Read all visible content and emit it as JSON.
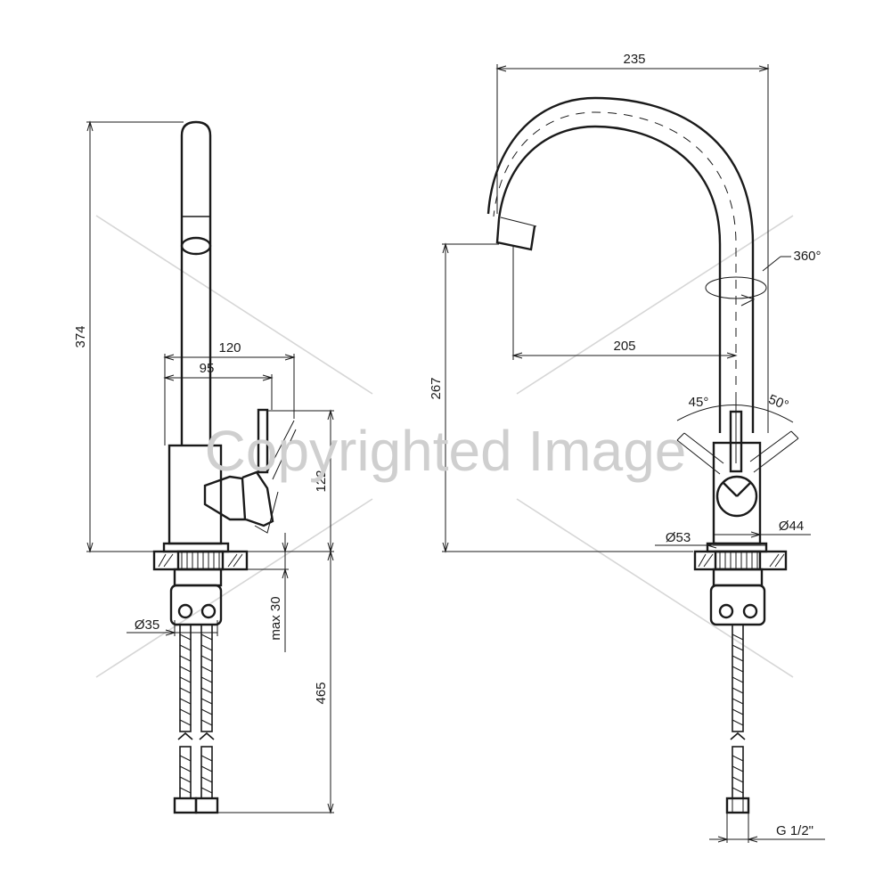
{
  "watermark": {
    "text": "Copyrighted Image"
  },
  "side_view": {
    "dims": {
      "height_total": "374",
      "width_outer": "120",
      "width_inner": "95",
      "handle_height": "122",
      "counter_max": "max 30",
      "hose_length": "465",
      "base_diameter": "Ø35"
    }
  },
  "front_view": {
    "dims": {
      "reach_total": "235",
      "spout_reach": "205",
      "spout_height": "267",
      "rotation": "360°",
      "lever_left": "45°",
      "lever_right": "50°",
      "body_diameter": "Ø44",
      "flange_diameter": "Ø53",
      "thread": "G 1/2\""
    }
  }
}
